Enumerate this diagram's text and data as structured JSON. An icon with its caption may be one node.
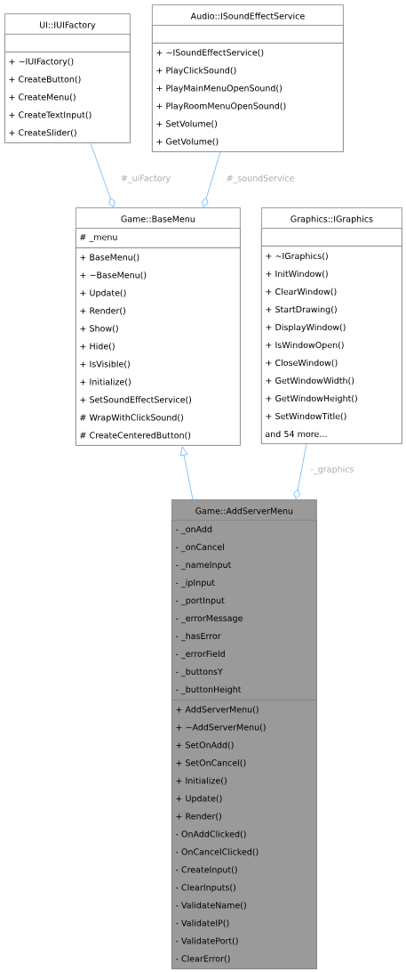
{
  "diagram": {
    "nodes": [
      {
        "text": [
          "UI::IUIFactory"
        ]
      },
      {
        "text": [],
        "shape": "box",
        "in": 0
      },
      {
        "text": [
          "+ ~IUIFactory()",
          "+ CreateButton()",
          "+ CreateMenu()",
          "+ CreateTextInput()",
          "+ CreateSlider()"
        ],
        "in": 0
      },
      {
        "text": [
          "Audio::ISoundEffectService"
        ]
      },
      {
        "text": [],
        "shape": "box",
        "in": 3
      },
      {
        "text": [
          "+ ~ISoundEffectService()",
          "+ PlayClickSound()",
          "+ PlayMainMenuOpenSound()",
          "+ PlayRoomMenuOpenSound()",
          "+ SetVolume()",
          "+ GetVolume()"
        ],
        "in": 3
      },
      {
        "text": [
          "Game::BaseMenu"
        ]
      },
      {
        "text": [
          "# _menu"
        ],
        "in": 6
      },
      {
        "text": [
          "+ BaseMenu()",
          "+ ~BaseMenu()",
          "+ Update()",
          "+ Render()",
          "+ Show()",
          "+ Hide()",
          "+ IsVisible()",
          "+ Initialize()",
          "+ SetSoundEffectService()",
          "# WrapWithClickSound()",
          "# CreateCenteredButton()"
        ],
        "in": 6
      },
      {
        "text": [
          "Graphics::IGraphics"
        ]
      },
      {
        "text": [],
        "shape": "box",
        "in": 9
      },
      {
        "text": [
          "+ ~IGraphics()",
          "+ InitWindow()",
          "+ ClearWindow()",
          "+ StartDrawing()",
          "+ DisplayWindow()",
          "+ IsWindowOpen()",
          "+ CloseWindow()",
          "+ GetWindowWidth()",
          "+ GetWindowHeight()",
          "+ SetWindowTitle()",
          "and 54 more..."
        ],
        "in": 9
      },
      {
        "text": [
          "Game::AddServerMenu"
        ]
      },
      {
        "text": [
          "- _onAdd",
          "- _onCancel",
          "- _nameInput",
          "- _ipInput",
          "- _portInput",
          "- _errorMessage",
          "- _hasError",
          "- _errorField",
          "- _buttonsY",
          "- _buttonHeight"
        ],
        "in": 12
      },
      {
        "text": [
          "+ AddServerMenu()",
          "+ ~AddServerMenu()",
          "+ SetOnAdd()",
          "+ SetOnCancel()",
          "+ Initialize()",
          "+ Update()",
          "+ Render()",
          "- OnAddClicked()",
          "- OnCancelClicked()",
          "- CreateInput()",
          "- ClearInputs()",
          "- ValidateName()",
          "- ValidateIP()",
          "- ValidatePort()",
          "- ClearError()"
        ],
        "in": 12
      }
    ],
    "edges": [
      {
        "from": 0,
        "to": 6,
        "arrow": "other",
        "label": "#_uiFactory"
      },
      {
        "from": 3,
        "to": 6,
        "arrow": "other",
        "label": "#_soundService"
      },
      {
        "from": 12,
        "to": 6,
        "arrow": "to"
      },
      {
        "from": 9,
        "to": 12,
        "arrow": "other",
        "label": "-_graphics"
      }
    ]
  }
}
